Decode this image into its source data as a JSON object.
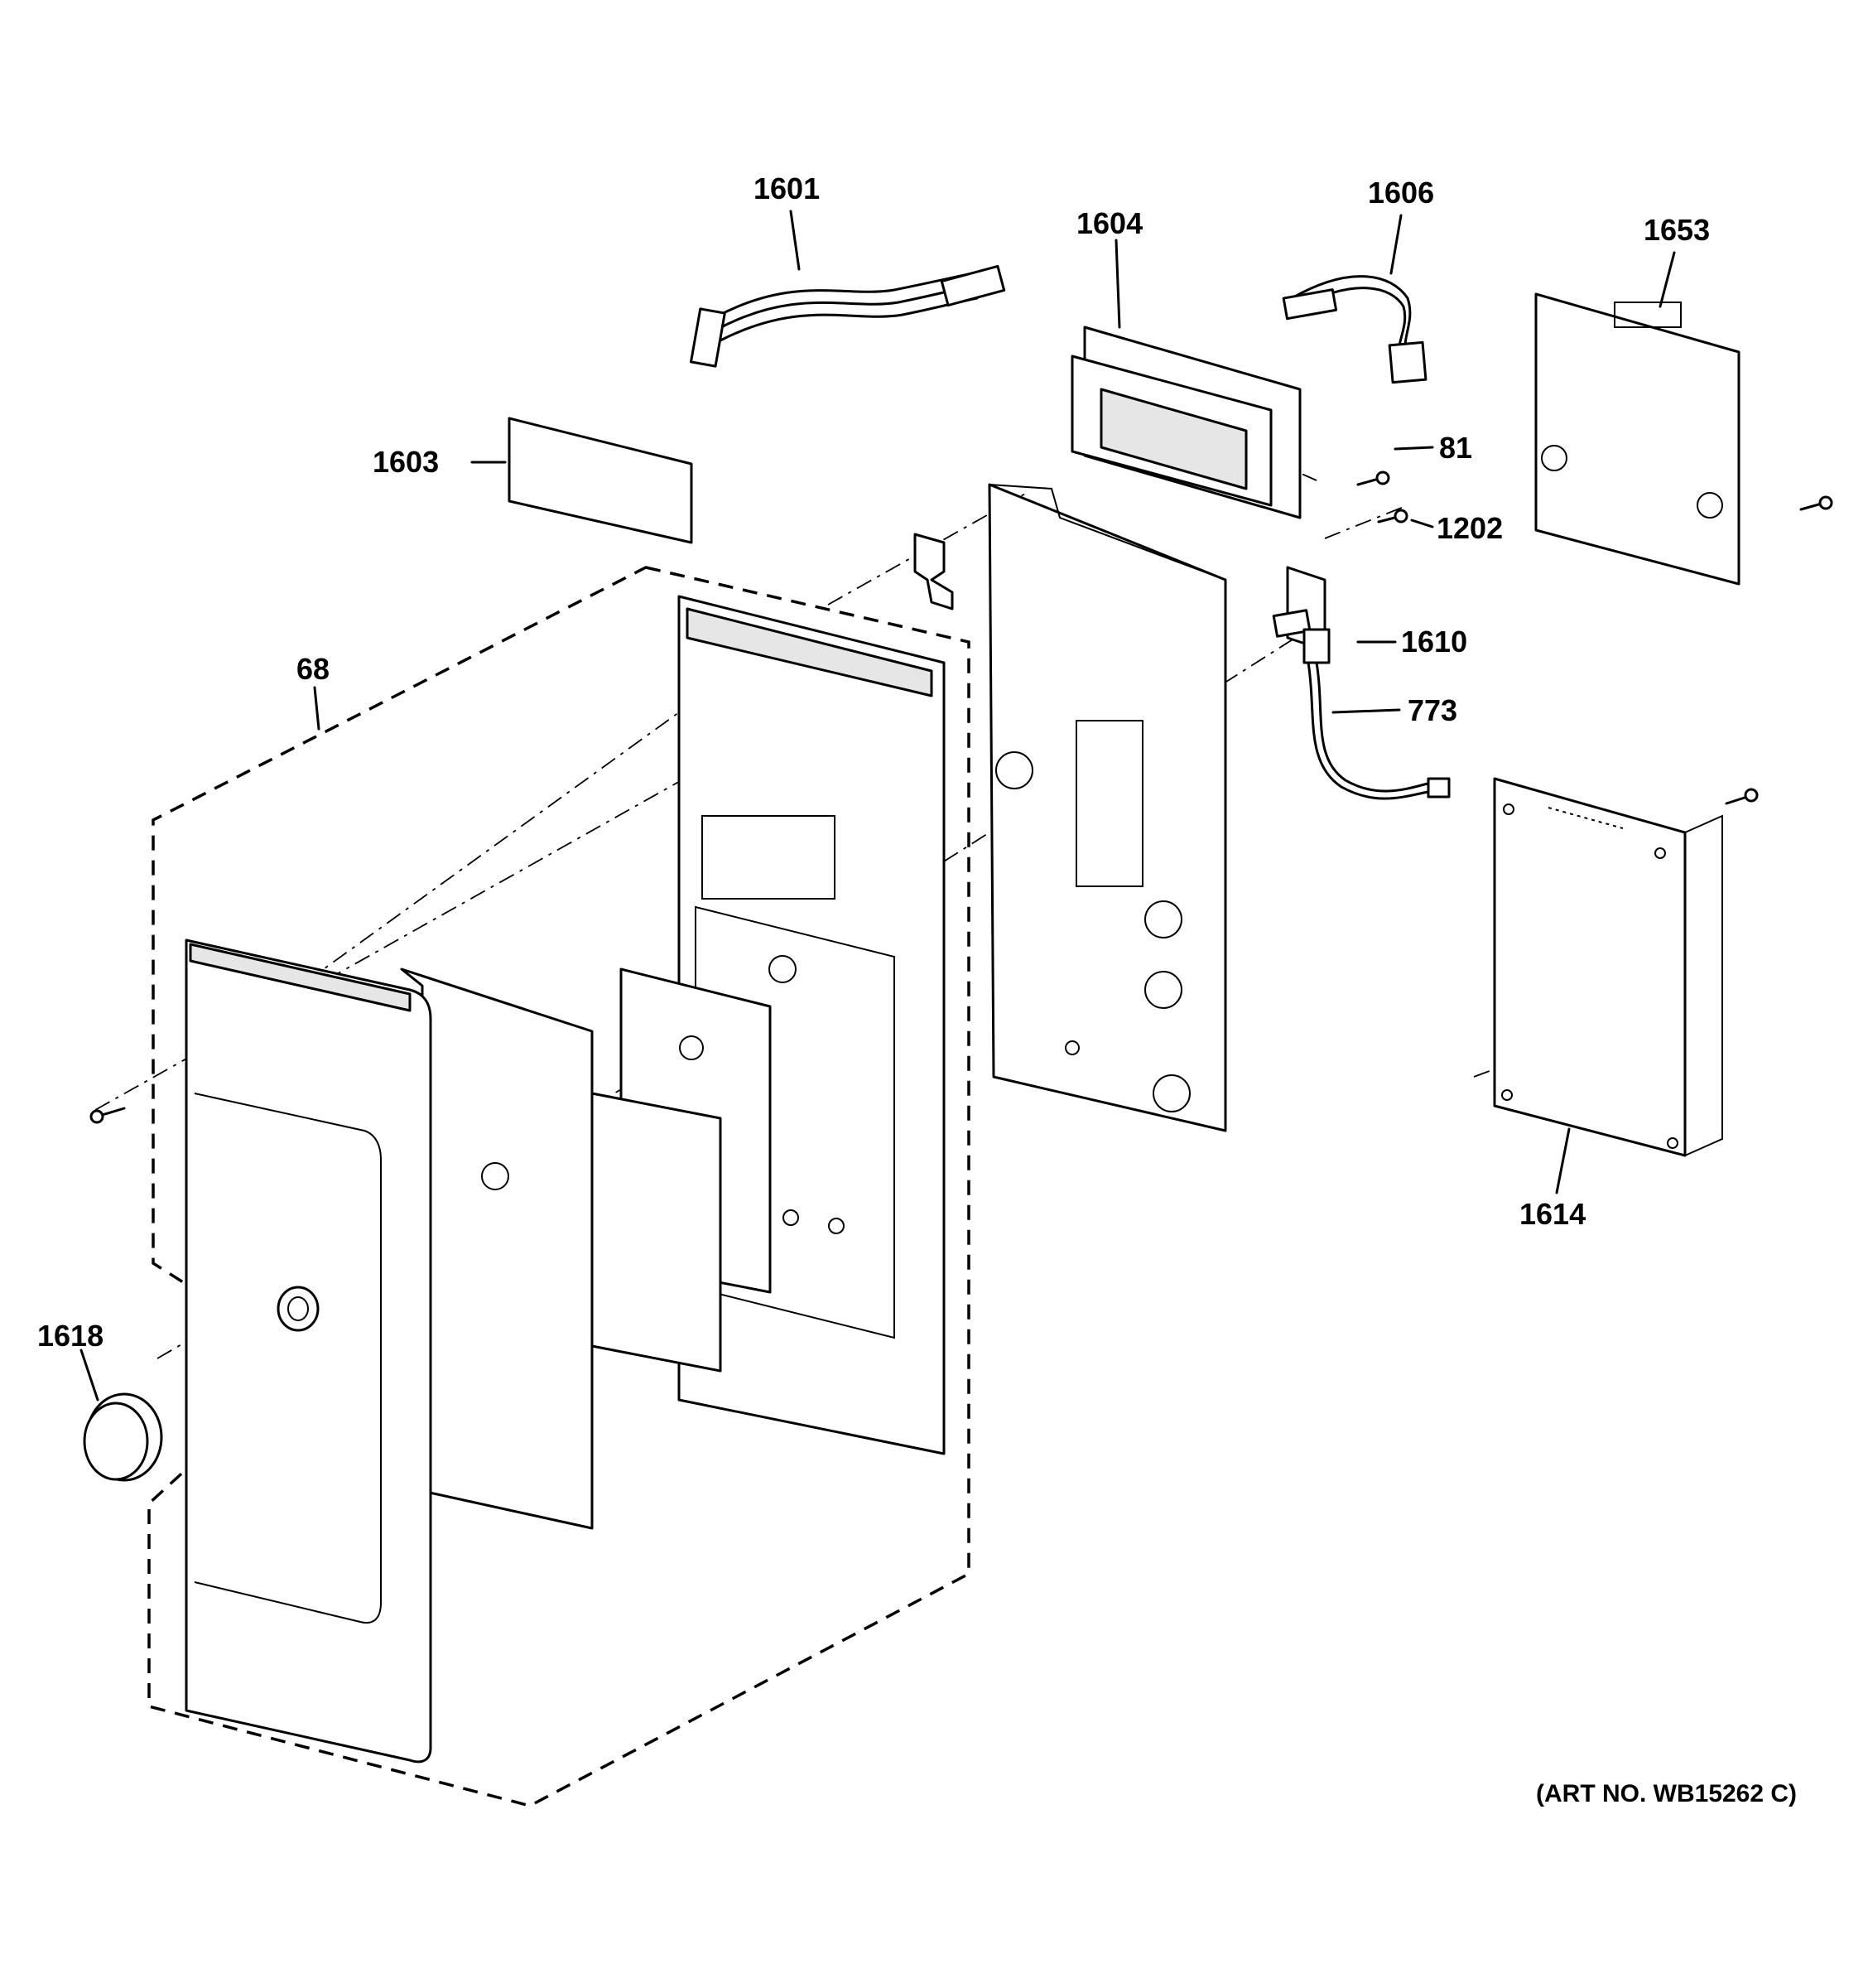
{
  "labels": {
    "p1601": "1601",
    "p1604": "1604",
    "p1606": "1606",
    "p1653": "1653",
    "p1603": "1603",
    "p81": "81",
    "p1202": "1202",
    "p68": "68",
    "p1610": "1610",
    "p773": "773",
    "p1614": "1614",
    "p1618": "1618"
  },
  "art_number": "(ART NO. WB15262 C)"
}
